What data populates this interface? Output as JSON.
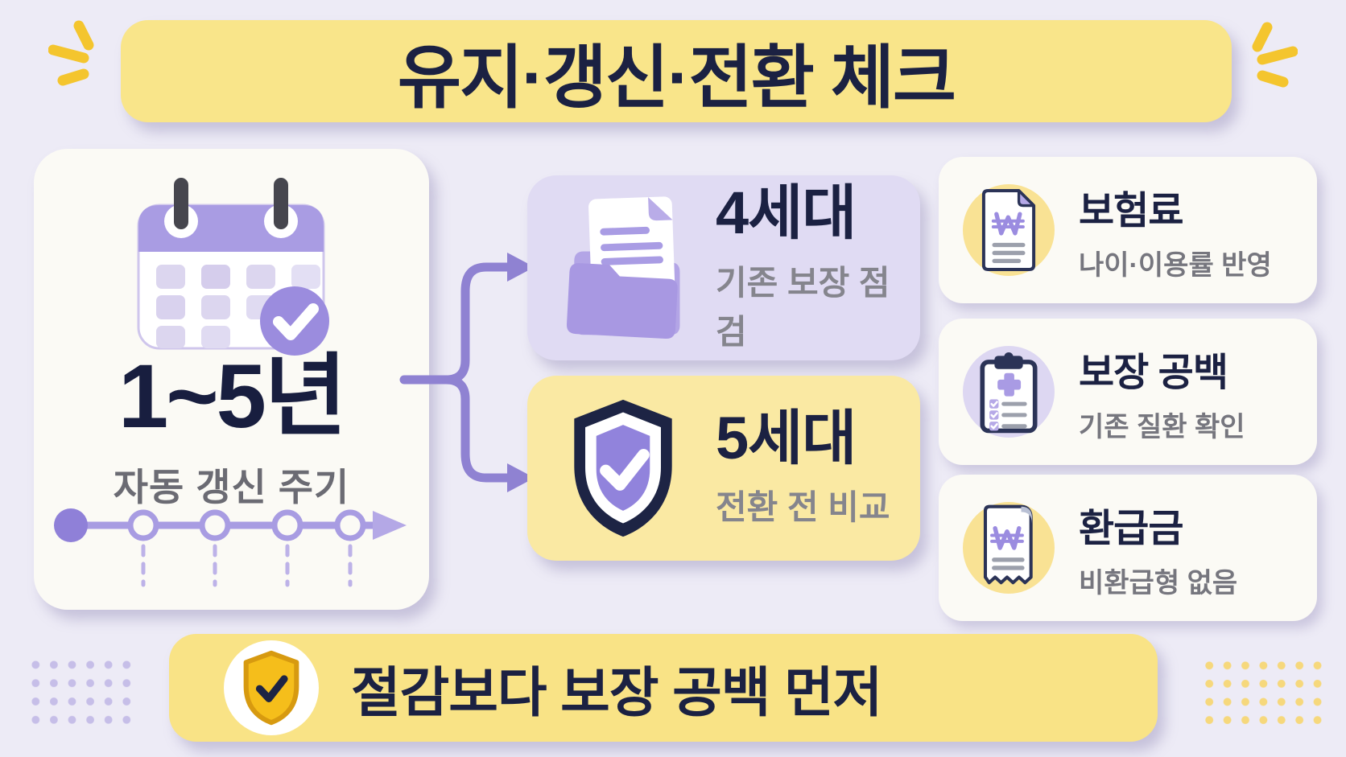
{
  "title_banner": {
    "text": "유지·갱신·전환 체크"
  },
  "renewal_card": {
    "icon": "calendar-check-icon",
    "headline": "1~5년",
    "subtitle": "자동 갱신 주기",
    "timeline": {
      "steps": 5,
      "first_step_filled": true
    }
  },
  "flow_cards": {
    "gen4": {
      "icon": "folder-document-icon",
      "title": "4세대",
      "subtitle": "기존 보장 점검"
    },
    "gen5": {
      "icon": "shield-check-icon",
      "title": "5세대",
      "subtitle": "전환 전 비교"
    }
  },
  "info_cards": [
    {
      "icon": "won-document-icon",
      "title": "보험료",
      "subtitle": "나이·이용률 반영"
    },
    {
      "icon": "medical-checklist-icon",
      "title": "보장 공백",
      "subtitle": "기존 질환 확인"
    },
    {
      "icon": "won-receipt-icon",
      "title": "환급금",
      "subtitle": "비환급형 없음"
    }
  ],
  "footer_banner": {
    "icon": "gold-shield-check-icon",
    "text": "절감보다 보장 공백 먼저"
  },
  "colors": {
    "background": "#EDEBF6",
    "banner_yellow": "#F9E58A",
    "card_lavender": "#E0DBF3",
    "card_yellow": "#FAE9A3",
    "card_white": "#FBFAF5",
    "text_navy": "#1B2142",
    "text_gray": "#76767E",
    "accent_purple": "#9C8EDC",
    "accent_gold": "#F5BE1B",
    "dot_purple": "#C6BEE8",
    "dot_yellow": "#F6D87C",
    "sparkle_yellow": "#F4C52E"
  }
}
